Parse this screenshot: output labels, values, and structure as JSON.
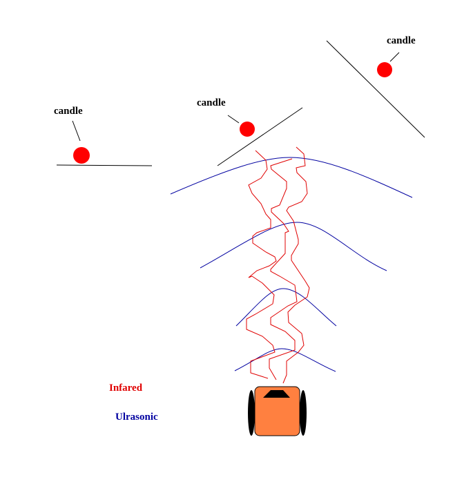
{
  "labels": {
    "candle_1": "candle",
    "candle_2": "candle",
    "candle_3": "candle",
    "legend_infrared": "Infared",
    "legend_ultrasonic": "Ulrasonic"
  },
  "colors": {
    "infrared": "#e00000",
    "ultrasonic": "#0000a0",
    "candle": "#ff0000",
    "robot_body": "#ff8040",
    "wall": "#000000"
  }
}
